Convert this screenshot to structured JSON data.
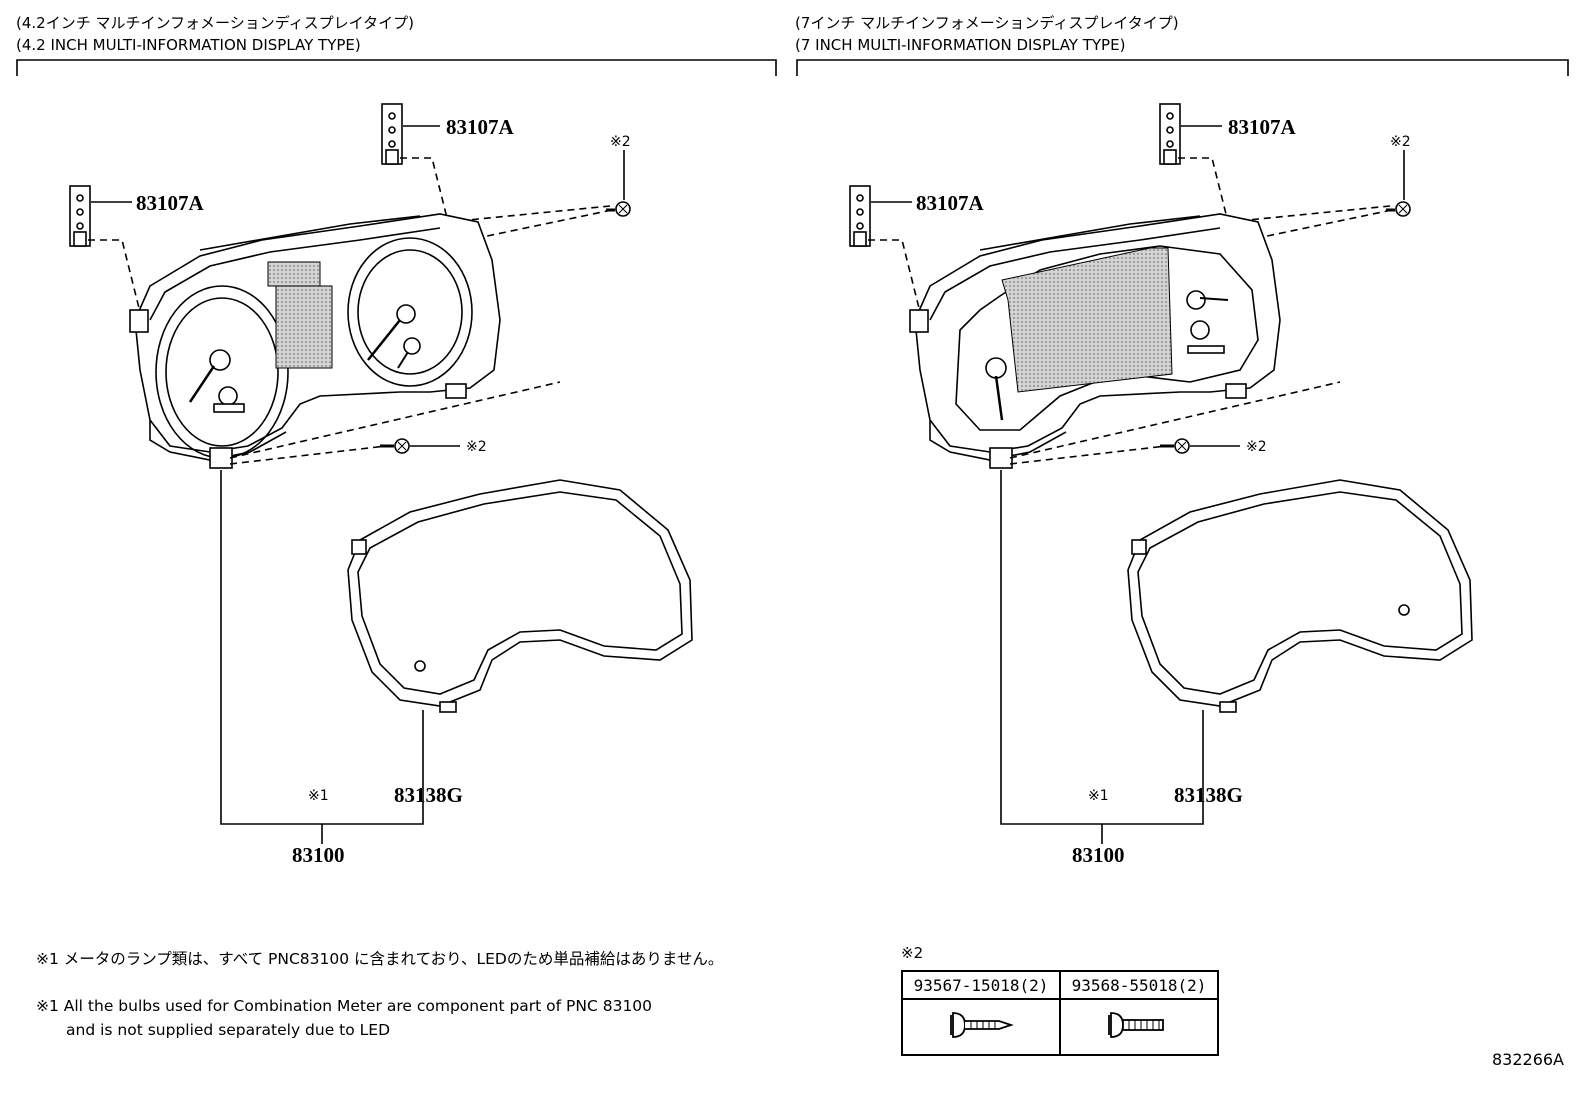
{
  "left_panel": {
    "header_jp": "(4.2インチ マルチインフォメーションディスプレイタイプ)",
    "header_en": "(4.2 INCH MULTI-INFORMATION DISPLAY TYPE)",
    "callouts": {
      "bulb_socket_upper": "83107A",
      "bulb_socket_lower": "83107A",
      "screw_upper": "※2",
      "screw_lower": "※2",
      "lamp_note": "※1",
      "glass": "83138G",
      "meter_assy": "83100"
    }
  },
  "right_panel": {
    "header_jp": "(7インチ マルチインフォメーションディスプレイタイプ)",
    "header_en": "(7 INCH MULTI-INFORMATION DISPLAY TYPE)",
    "callouts": {
      "bulb_socket_upper": "83107A",
      "bulb_socket_lower": "83107A",
      "screw_upper": "※2",
      "screw_lower": "※2",
      "lamp_note": "※1",
      "glass": "83138G",
      "meter_assy": "83100"
    }
  },
  "notes": {
    "jp": "※1 メータのランプ類は、すべて PNC83100 に含まれており、LEDのため単品補給はありません。",
    "en_line1": "※1 All the bulbs used for Combination Meter are component part of PNC 83100",
    "en_line2": "and is not supplied separately due to LED"
  },
  "fastener_table": {
    "mark": "※2",
    "col1_part": "93567-15018(2)",
    "col2_part": "93568-55018(2)",
    "col1_icon": "tapping-screw-icon",
    "col2_icon": "machine-screw-icon"
  },
  "illustration_id": "832266A"
}
